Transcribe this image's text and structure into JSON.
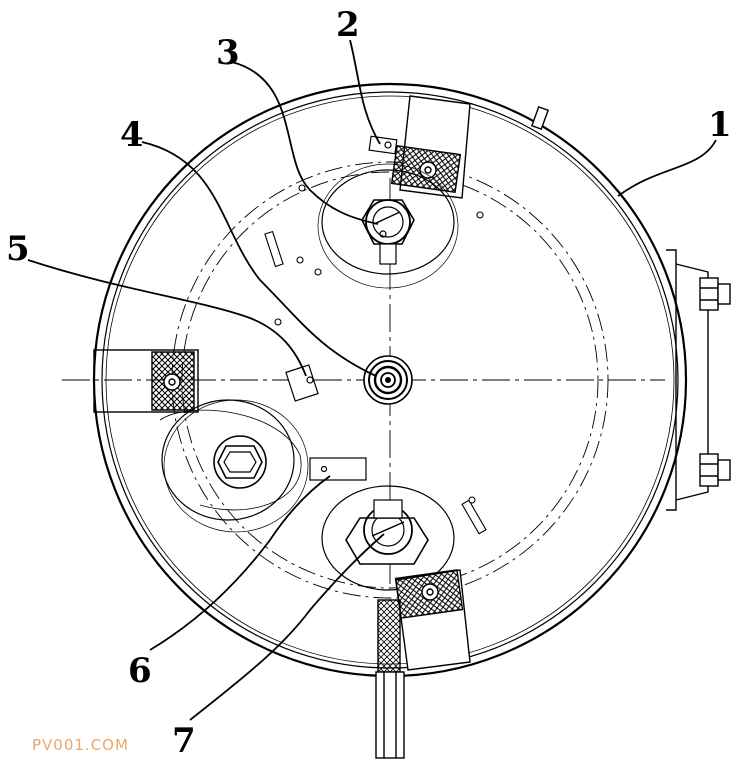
{
  "drawing": {
    "callouts": [
      "1",
      "2",
      "3",
      "4",
      "5",
      "6",
      "7"
    ],
    "watermark": "PV001.COM",
    "colors": {
      "line": "#000000",
      "watermark": "#e8a76b",
      "background": "#ffffff"
    }
  }
}
